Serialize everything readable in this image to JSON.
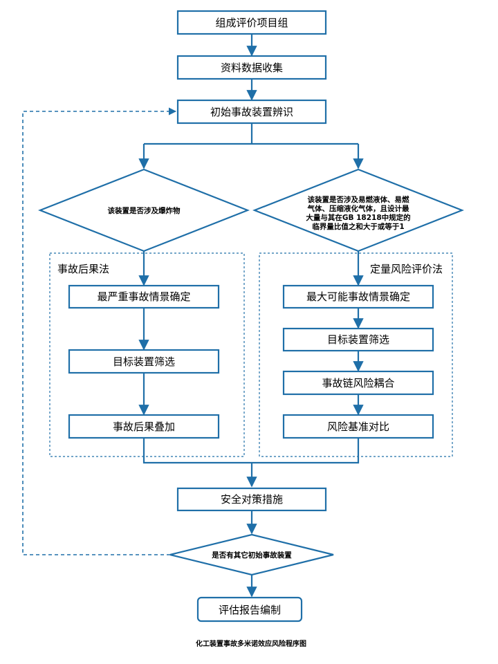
{
  "nodes": {
    "form_team": "组成评价项目组",
    "collect_data": "资料数据收集",
    "identify_initial": "初始事故装置辨识",
    "decision_explosive": "该装置是否涉及爆炸物",
    "decision_flammable": [
      "该装置是否涉及易燃液体、易燃",
      "气体、压缩液化气体，且设计最",
      "大量与其在GB 18218中规定的",
      "临界量比值之和大于或等于1"
    ],
    "worst_scenario": "最严重事故情景确定",
    "target_screen_left": "目标装置筛选",
    "consequence_superposition": "事故后果叠加",
    "max_scenario": "最大可能事故情景确定",
    "target_screen_right": "目标装置筛选",
    "chain_coupling": "事故链风险耦合",
    "risk_benchmark": "风险基准对比",
    "safety_measures": "安全对策措施",
    "decision_other": "是否有其它初始事故装置",
    "report": "评估报告编制"
  },
  "regions": {
    "consequence_method": "事故后果法",
    "quantitative_risk": "定量风险评价法"
  },
  "caption": "化工装置事故多米诺效应风险程序图",
  "colors": {
    "stroke": "#1f6fa8",
    "text": "#000000"
  }
}
